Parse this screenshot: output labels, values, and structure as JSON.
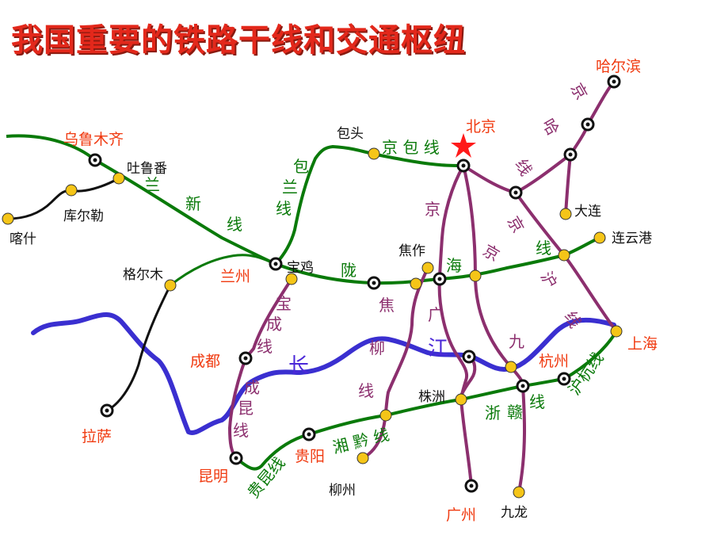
{
  "title": "我国重要的铁路干线和交通枢纽",
  "colors": {
    "title": "#e3281b",
    "green_line": "#0a7a0a",
    "purple_line": "#8c2f6e",
    "river": "#3a2fd0",
    "black_line": "#111111",
    "station_fill": "#f5c518",
    "star": "#ff1a1a"
  },
  "cities": {
    "beijing": "北京",
    "harbin": "哈尔滨",
    "dalian": "大连",
    "lianyungang": "连云港",
    "shanghai": "上海",
    "hangzhou": "杭州",
    "zhuzhou": "株洲",
    "guangzhou": "广州",
    "jiulong": "九龙",
    "liuzhou": "柳州",
    "guiyang": "贵阳",
    "kunming": "昆明",
    "chengdu": "成都",
    "lasa": "拉萨",
    "geermu": "格尔木",
    "lanzhou": "兰州",
    "baoji": "宝鸡",
    "jiaozuo": "焦作",
    "baotou": "包头",
    "wulumuqi": "乌鲁木齐",
    "tulufan": "吐鲁番",
    "kuerle": "库尔勒",
    "kashi": "喀什"
  },
  "lines": {
    "jingha": [
      "京",
      "哈",
      "线"
    ],
    "jingbao": "京 包 线",
    "baolan": [
      "包",
      "兰",
      "线"
    ],
    "lanxin": [
      "兰",
      "新",
      "线"
    ],
    "longhai": [
      "陇",
      "海"
    ],
    "jingguang": [
      "京",
      "广"
    ],
    "jinghu": [
      "京",
      "沪",
      "线"
    ],
    "jingjiu": [
      "京",
      "九"
    ],
    "jiaoliu": [
      "焦",
      "柳",
      "线"
    ],
    "baocheng": [
      "宝",
      "成",
      "线"
    ],
    "chengkun": [
      "成",
      "昆",
      "线"
    ],
    "xiangqian": "湘 黔 线",
    "zhegan": [
      "浙",
      "赣",
      "线"
    ],
    "huhang": "沪杭线",
    "guikun": "贵昆线"
  },
  "river_labels": [
    "长",
    "江"
  ]
}
